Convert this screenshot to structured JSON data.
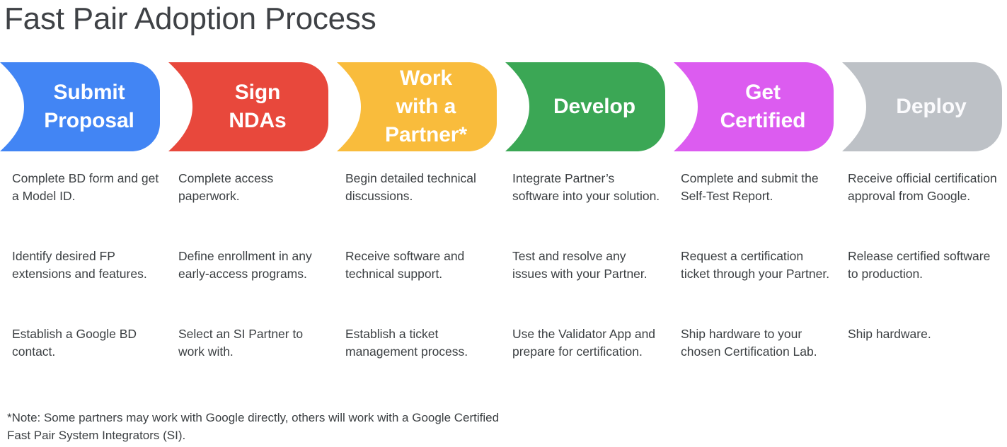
{
  "page_title": "Fast Pair Adoption Process",
  "colors": {
    "title_text": "#3f4246",
    "body_text": "#3c4043",
    "stage_blue": "#4285f4",
    "stage_red": "#e8483c",
    "stage_yellow": "#f9bc3c",
    "stage_green": "#3ba755",
    "stage_magenta": "#dc5cf0",
    "stage_gray": "#bdc1c6",
    "banner_label": "#ffffff",
    "background": "#ffffff"
  },
  "stages": [
    {
      "label": "Submit\nProposal",
      "color": "#4285f4",
      "bullets": [
        "Complete BD form and get a Model ID.",
        "Identify desired FP extensions and features.",
        "Establish a Google BD contact."
      ]
    },
    {
      "label": "Sign\nNDAs",
      "color": "#e8483c",
      "bullets": [
        "Complete access paperwork.",
        "Define enrollment in any early-access programs.",
        "Select an SI Partner to work with."
      ]
    },
    {
      "label": "Work\nwith a\nPartner*",
      "color": "#f9bc3c",
      "bullets": [
        "Begin detailed technical discussions.",
        "Receive software and technical support.",
        "Establish a ticket management process."
      ]
    },
    {
      "label": "Develop",
      "color": "#3ba755",
      "bullets": [
        "Integrate Partner’s software into your solution.",
        "Test and resolve any issues with your Partner.",
        "Use the Validator App and prepare for certification."
      ]
    },
    {
      "label": "Get\nCertified",
      "color": "#dc5cf0",
      "bullets": [
        "Complete and submit the Self-Test Report.",
        "Request a certification ticket through your Partner.",
        "Ship hardware to your chosen Certification Lab."
      ]
    },
    {
      "label": "Deploy",
      "color": "#bdc1c6",
      "bullets": [
        "Receive official certification approval from Google.",
        "Release certified software to production.",
        "Ship hardware."
      ]
    }
  ],
  "footnote": "*Note: Some partners may work with Google directly, others will work with a Google Certified Fast Pair System Integrators (SI)."
}
